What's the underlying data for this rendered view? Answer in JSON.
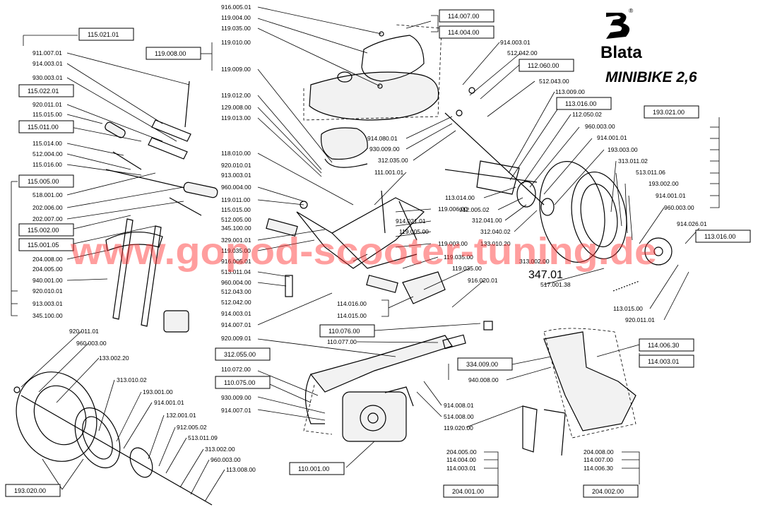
{
  "brand": {
    "name": "Blata",
    "registered": "®"
  },
  "model_title": "MINIBIKE 2,6",
  "watermark": "www.gopod-scooter-tuning.de",
  "marker": "347.01",
  "boxed_labels": [
    "115.021.01",
    "119.008.00",
    "115.022.01",
    "115.011.00",
    "115.005.00",
    "115.002.00",
    "115.001.05",
    "114.007.00",
    "114.004.00",
    "112.060.00",
    "113.016.00",
    "193.021.00",
    "113.016.00",
    "110.076.00",
    "334.009.00",
    "114.006.30",
    "114.003.01",
    "312.055.00",
    "110.075.00",
    "110.001.00",
    "193.020.00",
    "204.001.00",
    "204.002.00"
  ],
  "labels": [
    "911.007.01",
    "914.003.01",
    "930.003.01",
    "920.011.01",
    "115.015.00",
    "115.014.00",
    "512.004.00",
    "115.016.00",
    "518.001.00",
    "202.006.00",
    "202.007.00",
    "204.008.00",
    "204.005.00",
    "940.001.00",
    "920.010.01",
    "913.003.01",
    "345.100.00",
    "916.005.01",
    "119.004.00",
    "119.035.00",
    "119.010.00",
    "119.009.00",
    "119.012.00",
    "129.008.00",
    "119.013.00",
    "118.010.00",
    "920.010.01",
    "913.003.01",
    "960.004.00",
    "119.011.00",
    "115.015.00",
    "512.005.00",
    "345.100.00",
    "329.001.01",
    "119.035.00",
    "916.005.01",
    "513.011.04",
    "960.004.00",
    "512.043.00",
    "512.042.00",
    "914.003.01",
    "914.007.01",
    "914.003.01",
    "512.042.00",
    "512.043.00",
    "113.009.00",
    "112.050.02",
    "960.003.00",
    "914.001.01",
    "193.003.00",
    "313.011.02",
    "513.011.06",
    "193.002.00",
    "914.001.01",
    "960.003.00",
    "914.026.01",
    "914.080.01",
    "930.009.00",
    "312.035.00",
    "111.001.01",
    "113.014.00",
    "912.005.02",
    "312.041.00",
    "312.040.02",
    "119.006.00",
    "914.021.01",
    "119.005.00",
    "119.003.00",
    "119.035.00",
    "119.035.00",
    "916.020.01",
    "133.010.20",
    "313.002.00",
    "517.001.38",
    "113.015.00",
    "920.011.01",
    "114.016.00",
    "114.015.00",
    "110.077.00",
    "920.009.01",
    "110.072.00",
    "930.009.00",
    "914.007.01",
    "940.008.00",
    "914.008.01",
    "514.008.00",
    "119.020.00",
    "920.011.01",
    "960.003.00",
    "133.002.20",
    "313.010.02",
    "193.001.00",
    "914.001.01",
    "132.001.01",
    "912.005.02",
    "513.011.09",
    "313.002.00",
    "960.003.00",
    "113.008.00",
    "204.005.00",
    "114.004.00",
    "114.003.01",
    "204.008.00",
    "114.007.00",
    "114.006.30"
  ]
}
